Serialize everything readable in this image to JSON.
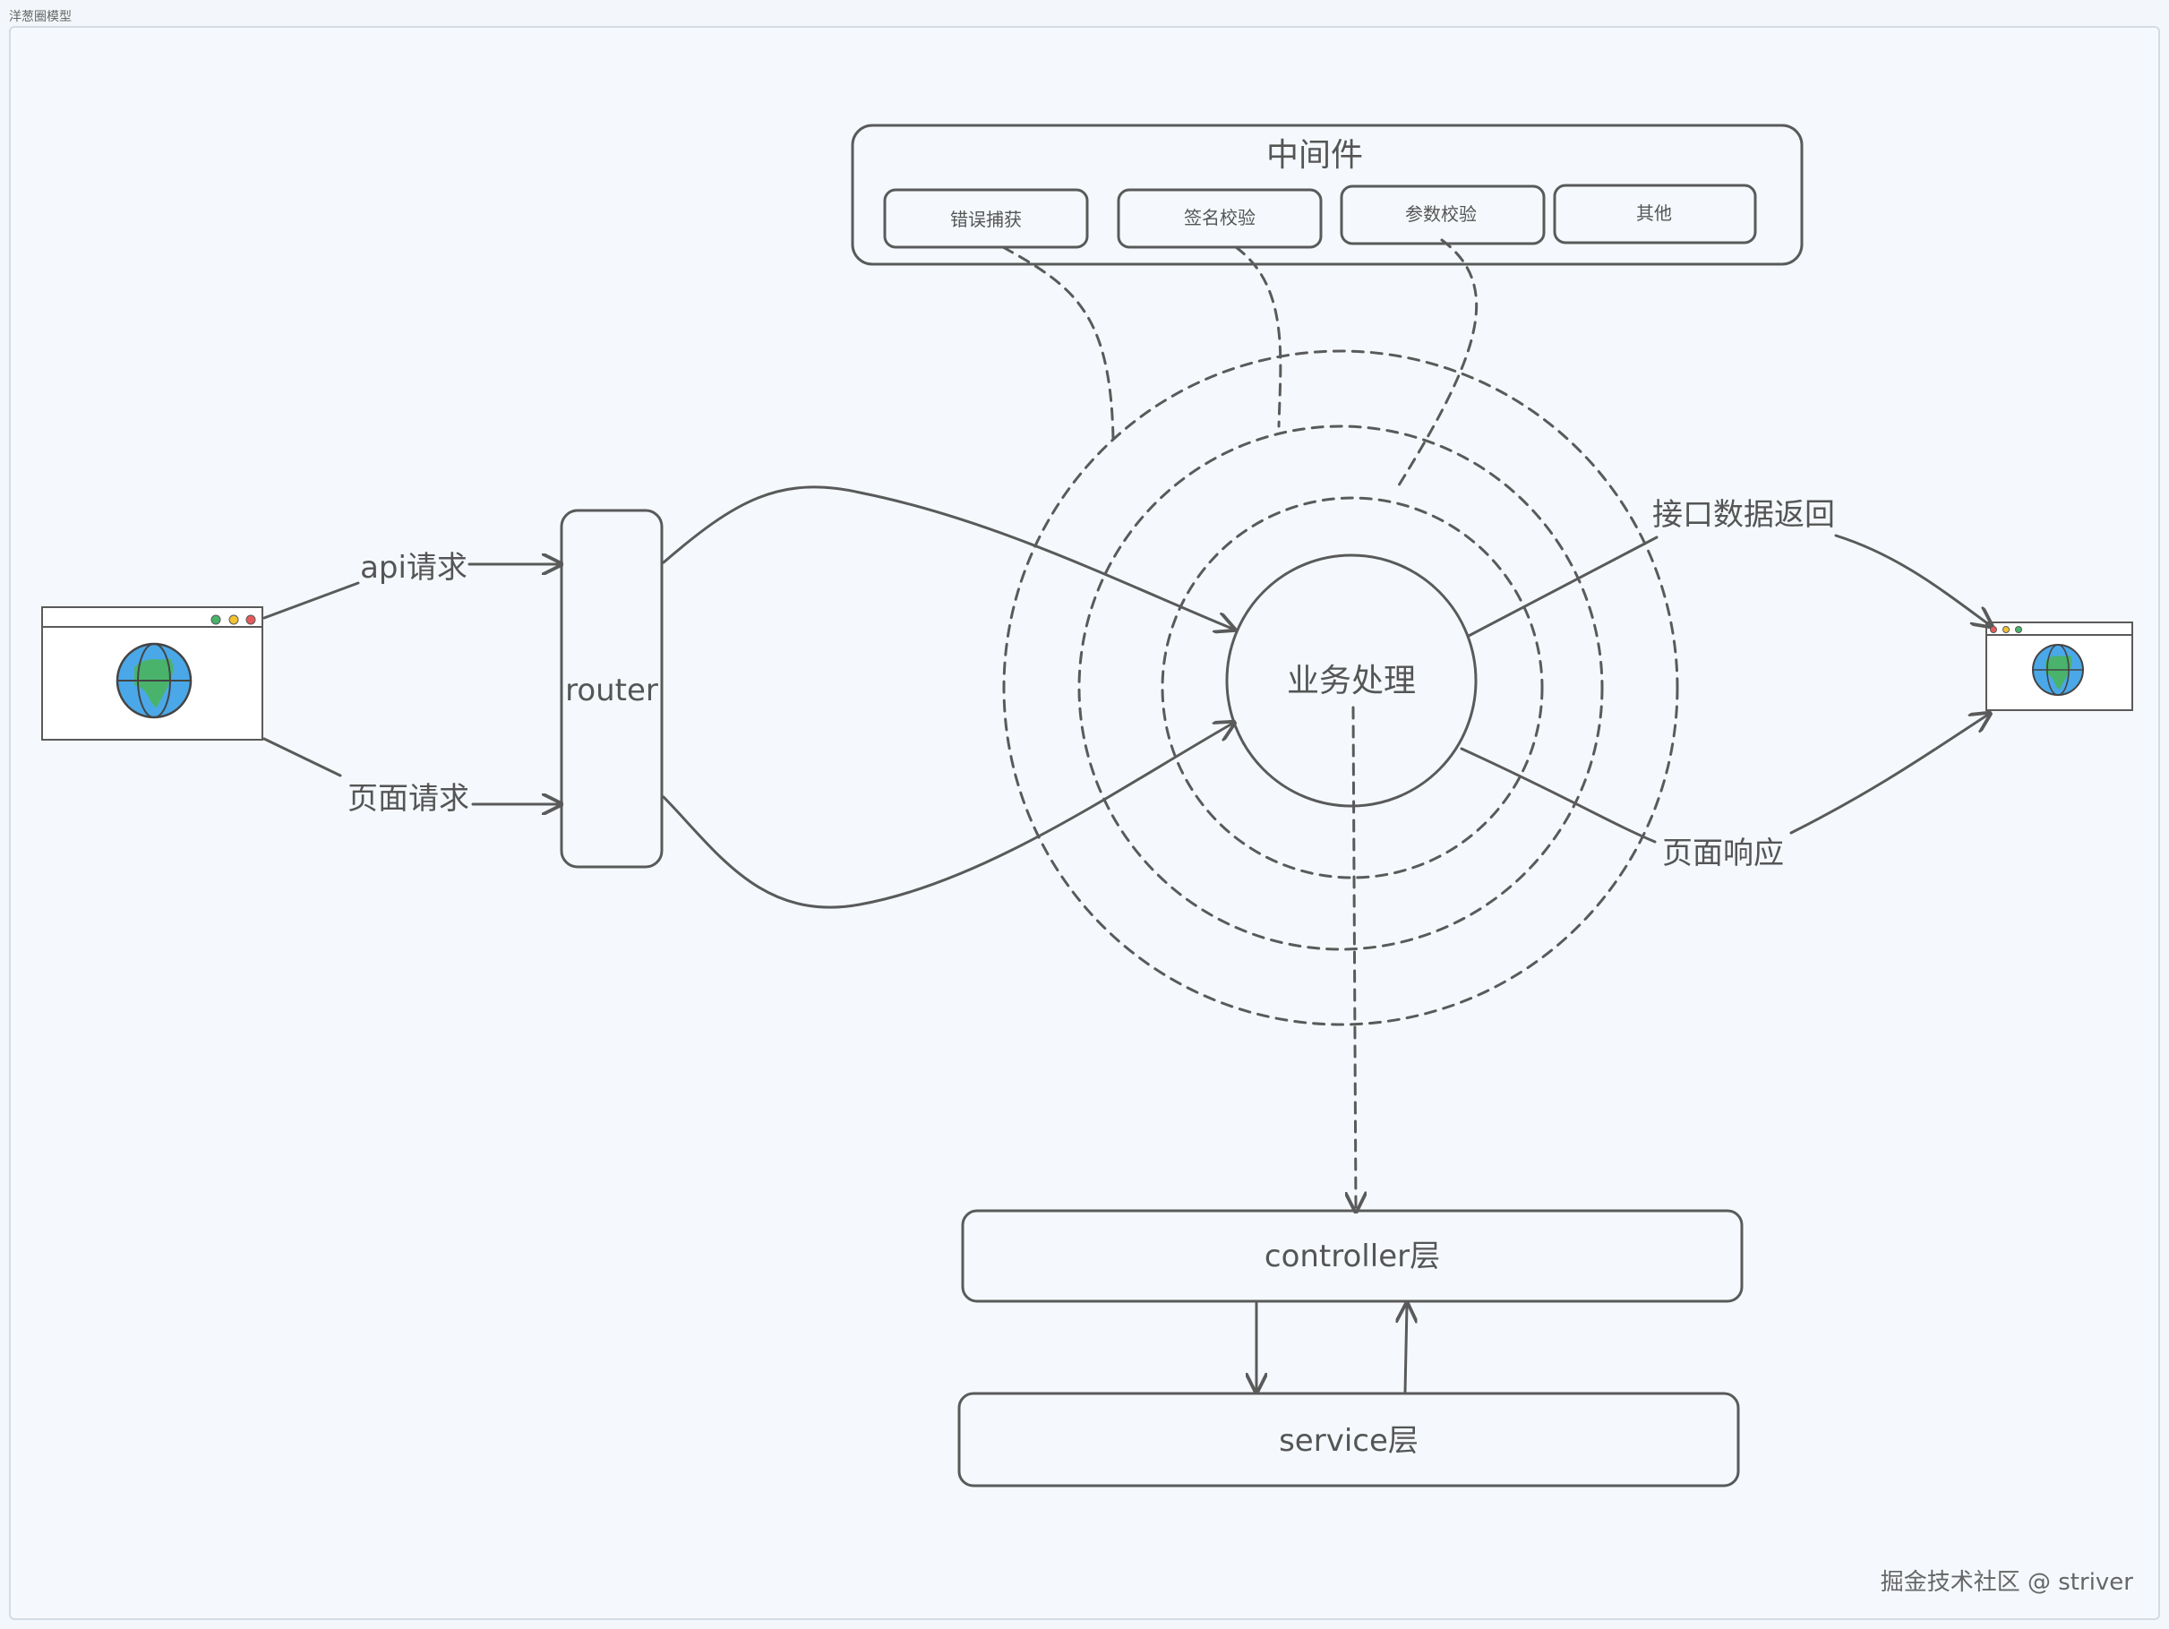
{
  "frame": {
    "title": "洋葱圈模型"
  },
  "middleware": {
    "title": "中间件",
    "items": [
      "错误捕获",
      "签名校验",
      "参数校验",
      "其他"
    ]
  },
  "router": {
    "label": "router"
  },
  "core": {
    "label": "业务处理"
  },
  "edges": {
    "api_request": "api请求",
    "page_request": "页面请求",
    "api_return": "接口数据返回",
    "page_response": "页面响应"
  },
  "layers": {
    "controller": "controller层",
    "service": "service层"
  },
  "watermark": "掘金技术社区 @ striver",
  "colors": {
    "stroke": "#5a5a5a",
    "globe_ocean": "#4aa8e8",
    "globe_land": "#49b36b"
  }
}
